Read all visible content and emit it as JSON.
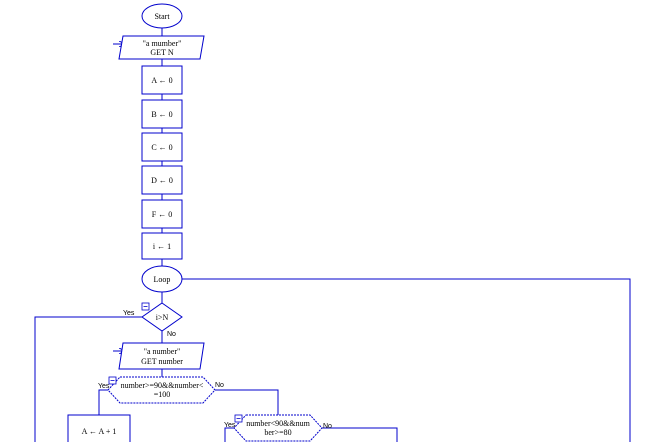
{
  "colors": {
    "line": "#0000cc",
    "text": "#000000",
    "background": "#ffffff"
  },
  "nodes": {
    "start": "Start",
    "input1_line1": "\"a mumber\"",
    "input1_line2": "GET N",
    "assign_a": "A ← 0",
    "assign_b": "B ← 0",
    "assign_c": "C ← 0",
    "assign_d": "D ← 0",
    "assign_f": "F ← 0",
    "assign_i": "i ← 1",
    "loop": "Loop",
    "cond_loop": "i>N",
    "input2_line1": "\"a number\"",
    "input2_line2": "GET number",
    "cond1_line1": "number>=90&&number<",
    "cond1_line2": "=100",
    "cond2_line1": "number<90&&num",
    "cond2_line2": "ber>=80",
    "assign_a_inc": "A ← A + 1"
  },
  "labels": {
    "yes": "Yes",
    "no": "No"
  },
  "icons": {
    "entry_arrow": "arrow-right-icon",
    "breakpoint": "breakpoint-box-icon"
  }
}
